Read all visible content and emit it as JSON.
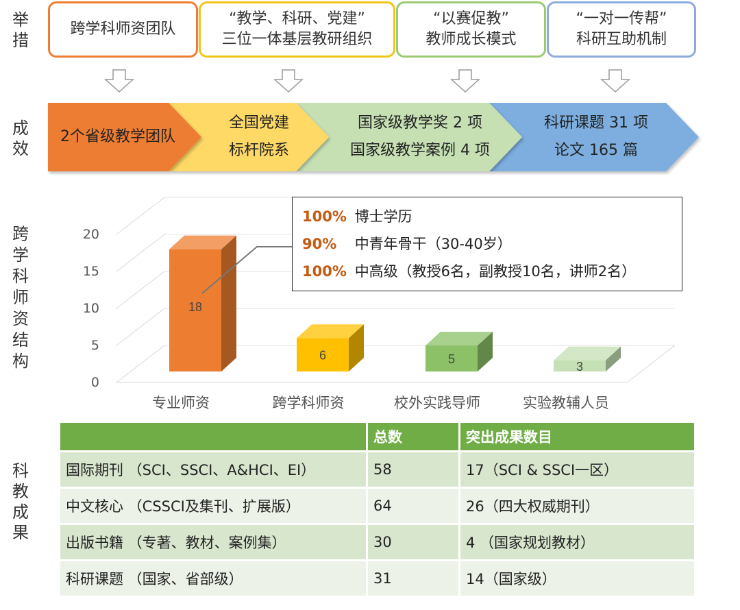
{
  "sections": {
    "measures": [
      "举",
      "措"
    ],
    "results": [
      "成",
      "效"
    ],
    "faculty": [
      "跨",
      "学",
      "科",
      "师",
      "资",
      "结",
      "构"
    ],
    "output": [
      "科",
      "教",
      "成",
      "果"
    ]
  },
  "measures": [
    {
      "lines": [
        "跨学科师资团队"
      ]
    },
    {
      "lines": [
        "“教学、科研、党建”",
        "三位一体基层教研组织"
      ]
    },
    {
      "lines": [
        "“以赛促教”",
        "教师成长模式"
      ]
    },
    {
      "lines": [
        "“一对一传帮”",
        "科研互助机制"
      ]
    }
  ],
  "results": [
    {
      "lines": [
        "2个省级教学团队"
      ],
      "color": "#ED7D31"
    },
    {
      "lines": [
        "全国党建",
        "标杆院系"
      ],
      "color": "#FFD966"
    },
    {
      "lines": [
        "国家级教学奖 2 项",
        "国家级教学案例 4 项"
      ],
      "color": "#C6E0B4"
    },
    {
      "lines": [
        "科研课题 31 项",
        "论文 165 篇"
      ],
      "color": "#7DAEDF"
    }
  ],
  "chart_data": {
    "type": "bar",
    "categories": [
      "专业师资",
      "跨学科师资",
      "校外实践导师",
      "实验教辅人员"
    ],
    "values": [
      18,
      6,
      5,
      3
    ],
    "ylim": [
      0,
      20
    ],
    "yticks": [
      0,
      5,
      10,
      15,
      20
    ],
    "colors": [
      "#ED7D31",
      "#FFC000",
      "#8CC168",
      "#C5E0B4"
    ],
    "grid": true
  },
  "callout": [
    {
      "pct": "100%",
      "text": "博士学历"
    },
    {
      "pct": "90%",
      "text": "中青年骨干（30-40岁）"
    },
    {
      "pct": "100%",
      "text": "中高级（教授6名，副教授10名，讲师2名）"
    }
  ],
  "table": {
    "headers": [
      "",
      "总数",
      "突出成果数目"
    ],
    "rows": [
      [
        "国际期刊 （SCI、SSCI、A&HCI、EI）",
        "58",
        "17（SCI & SSCI一区）"
      ],
      [
        "中文核心 （CSSCI及集刊、扩展版）",
        "64",
        "26（四大权威期刊）"
      ],
      [
        "出版书籍 （专著、教材、案例集）",
        "30",
        "4 （国家规划教材）"
      ],
      [
        "科研课题 （国家、省部级）",
        "31",
        "14（国家级）"
      ]
    ]
  }
}
